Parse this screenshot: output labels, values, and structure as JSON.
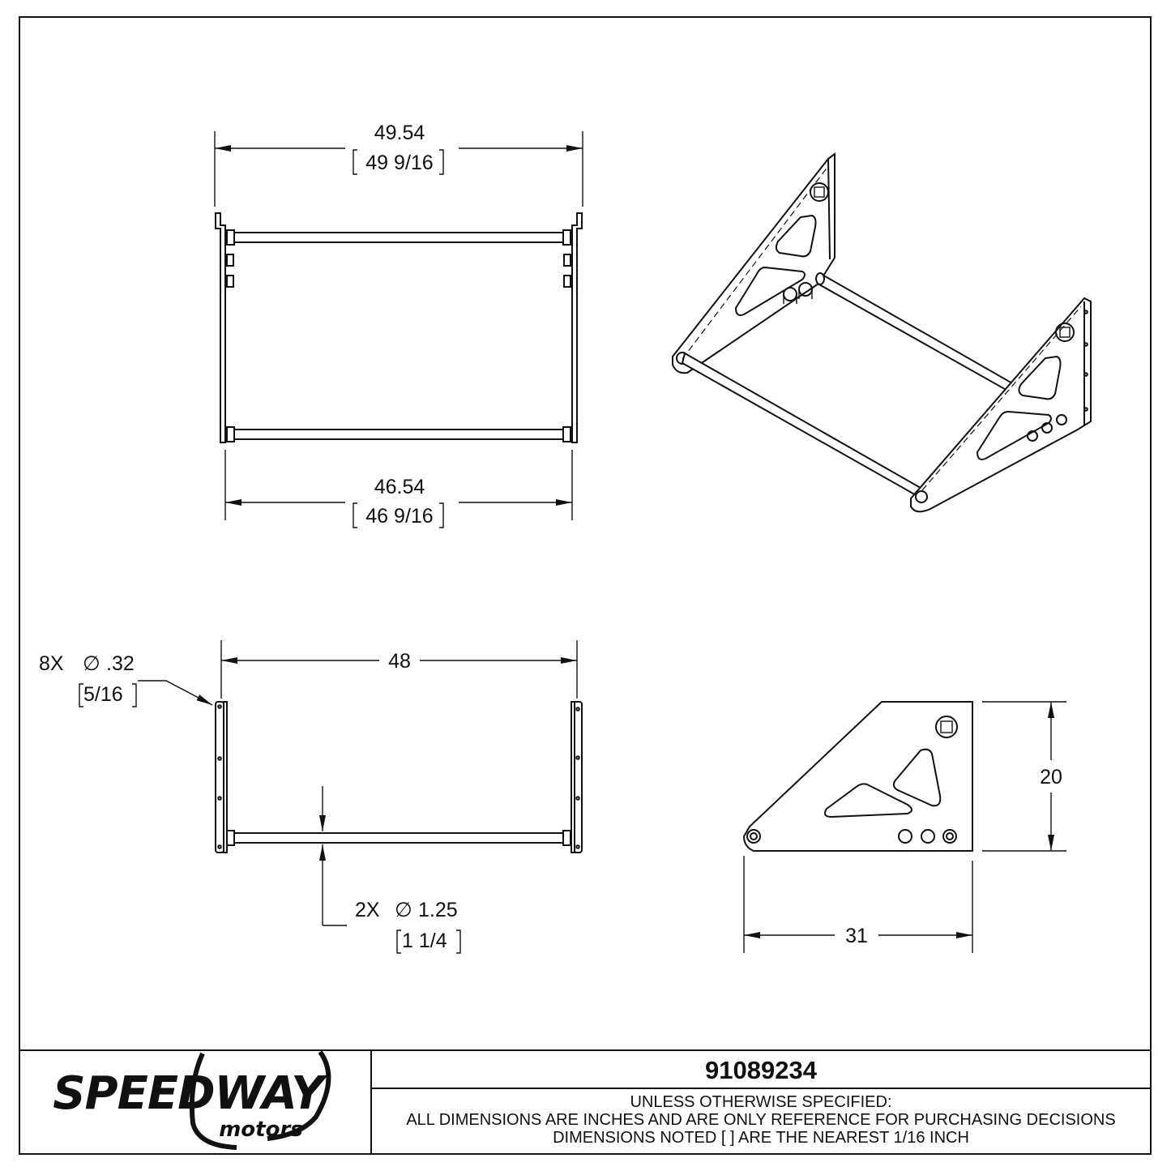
{
  "drawing": {
    "part_number": "91089234",
    "logo_top": "SPEEDWAY",
    "logo_bottom": "motors",
    "notes": [
      "UNLESS OTHERWISE SPECIFIED:",
      "ALL DIMENSIONS ARE INCHES AND ARE ONLY REFERENCE FOR PURCHASING DECISIONS",
      "DIMENSIONS NOTED [ ] ARE THE NEAREST 1/16 INCH"
    ]
  },
  "dimensions": {
    "top_overall": "49.54",
    "top_overall_frac": "49 9/16",
    "top_inner": "46.54",
    "top_inner_frac": "46 9/16",
    "front_width": "48",
    "holes_callout": "8X",
    "holes_dia": ".32",
    "holes_frac": "5/16",
    "tube_callout": "2X",
    "tube_dia": "1.25",
    "tube_frac": "1 1/4",
    "side_height": "20",
    "side_length": "31",
    "diameter_symbol": "∅"
  },
  "colors": {
    "line": "#111111",
    "background": "#ffffff"
  }
}
